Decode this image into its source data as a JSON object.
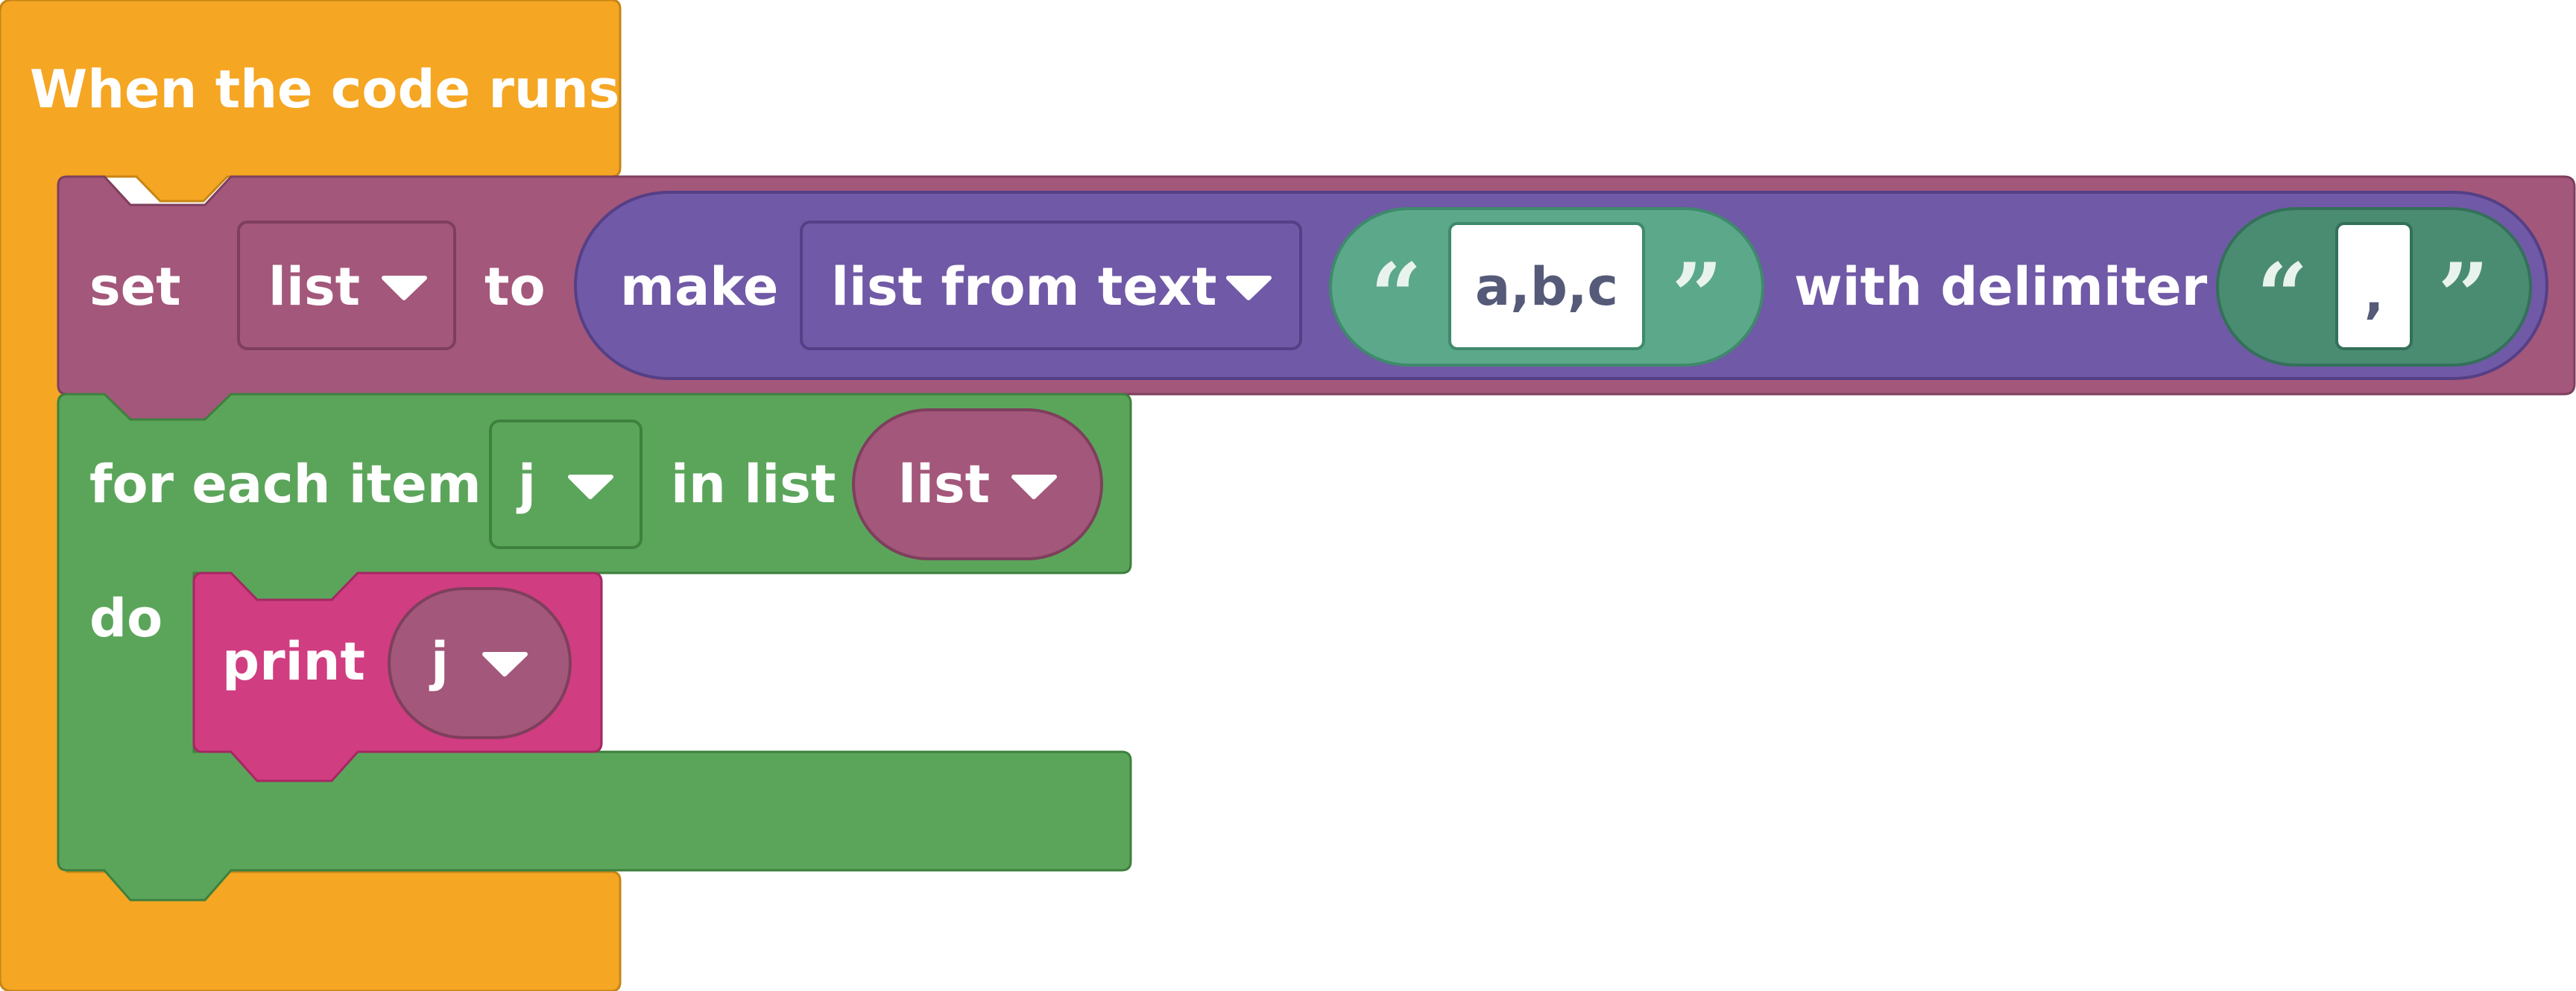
{
  "colors": {
    "event": "#f5a623",
    "variables": "#a3577a",
    "lists": "#7059a6",
    "text": "#5ca88a",
    "text_dark": "#4a8c72",
    "loops": "#5ba55b",
    "print": "#d03d81"
  },
  "event_block": {
    "label": "When the code runs"
  },
  "set_block": {
    "label_set": "set",
    "variable": "list",
    "label_to": "to",
    "make_block": {
      "label_make": "make",
      "mode": "list from text",
      "text_value": "a,b,c",
      "label_delimiter": "with delimiter",
      "delimiter_value": ","
    }
  },
  "for_each_block": {
    "label_for": "for each item",
    "item_variable": "j",
    "label_in_list": "in list",
    "list_variable": "list",
    "label_do": "do"
  },
  "print_block": {
    "label": "print",
    "variable": "j"
  },
  "icons": {
    "open_quote": "“",
    "close_quote": "”",
    "dropdown": "caret-down-icon"
  }
}
